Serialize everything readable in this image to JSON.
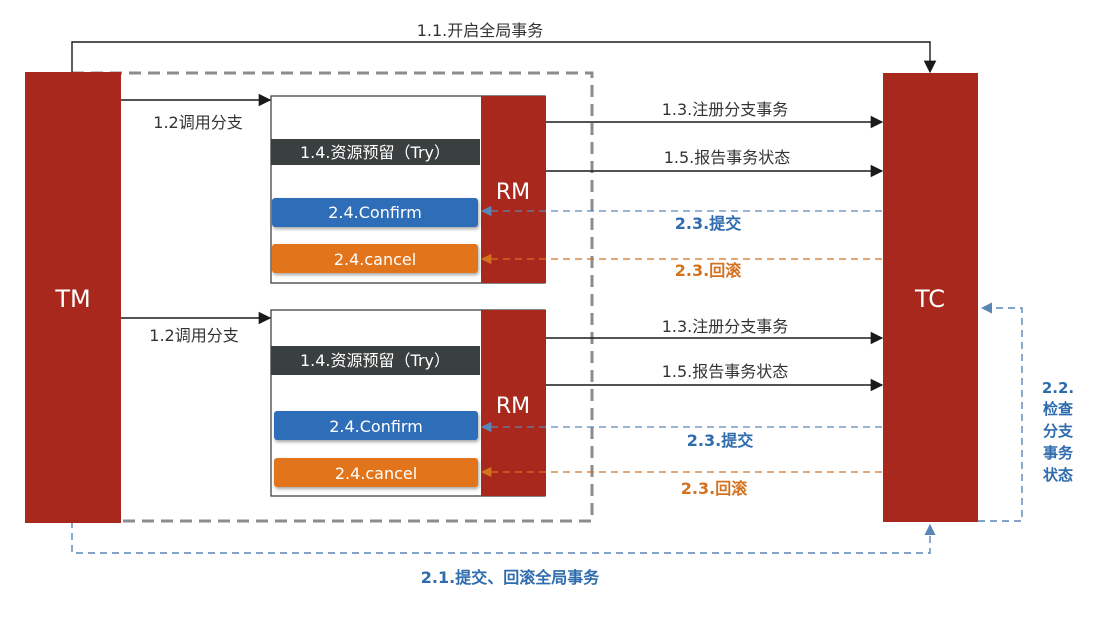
{
  "actors": {
    "tm": "TM",
    "tc": "TC",
    "rm_top": "RM",
    "rm_bottom": "RM"
  },
  "top_branch": {
    "call_label": "1.2调用分支",
    "try_label": "1.4.资源预留（Try）",
    "confirm_label": "2.4.Confirm",
    "cancel_label": "2.4.cancel",
    "register_label": "1.3.注册分支事务",
    "report_label": "1.5.报告事务状态",
    "commit_label": "2.3.提交",
    "rollback_label": "2.3.回滚"
  },
  "bottom_branch": {
    "call_label": "1.2调用分支",
    "try_label": "1.4.资源预留（Try）",
    "confirm_label": "2.4.Confirm",
    "cancel_label": "2.4.cancel",
    "register_label": "1.3.注册分支事务",
    "report_label": "1.5.报告事务状态",
    "commit_label": "2.3.提交",
    "rollback_label": "2.3.回滚"
  },
  "global": {
    "begin_label": "1.1.开启全局事务",
    "end_label": "2.1.提交、回滚全局事务",
    "check_label_lines": [
      "2.2.",
      "检查",
      "分支",
      "事务",
      "状态"
    ]
  },
  "colors": {
    "actor_red": "#a8281e",
    "try_dark": "#3a3f3f",
    "confirm_blue": "#2f6db8",
    "cancel_orange": "#e2741b",
    "commit_text_blue": "#2f6cae",
    "rollback_text_orange": "#d4721f",
    "dashed_blue": "#5a86b5",
    "dashed_orange": "#d4721f",
    "arrow_black": "#1a1a1a"
  }
}
